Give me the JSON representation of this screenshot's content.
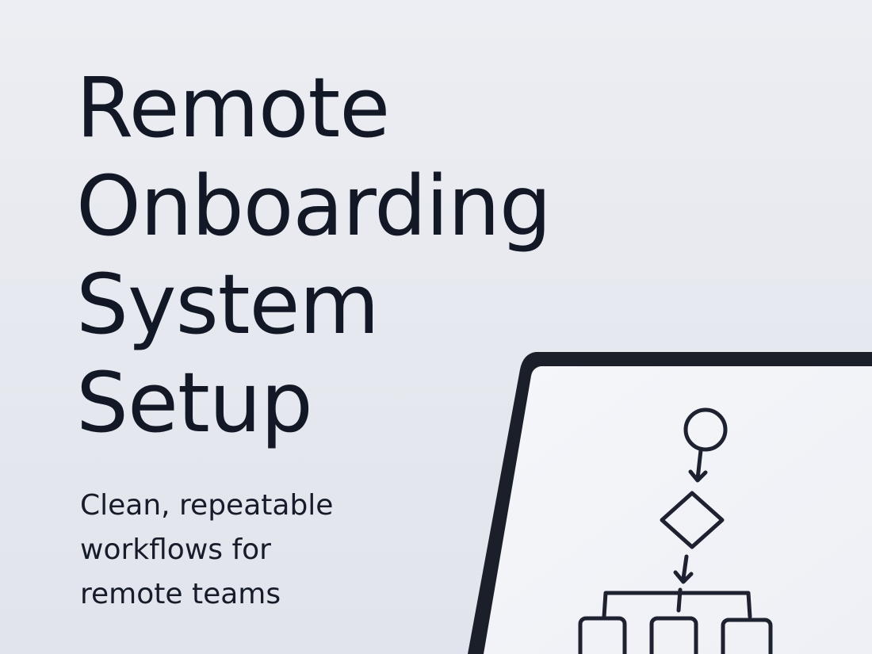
{
  "hero": {
    "title_lines": [
      "Remote",
      "Onboarding",
      "System",
      "Setup"
    ],
    "subtitle_lines": [
      "Clean, repeatable",
      "workflows for",
      "remote teams"
    ]
  },
  "illustration": {
    "device": "tablet-frame",
    "diagram": "flowchart-icon",
    "colors": {
      "frame": "#1b1f2a",
      "screen": "#f3f4f8",
      "stroke": "#1e2230"
    }
  }
}
